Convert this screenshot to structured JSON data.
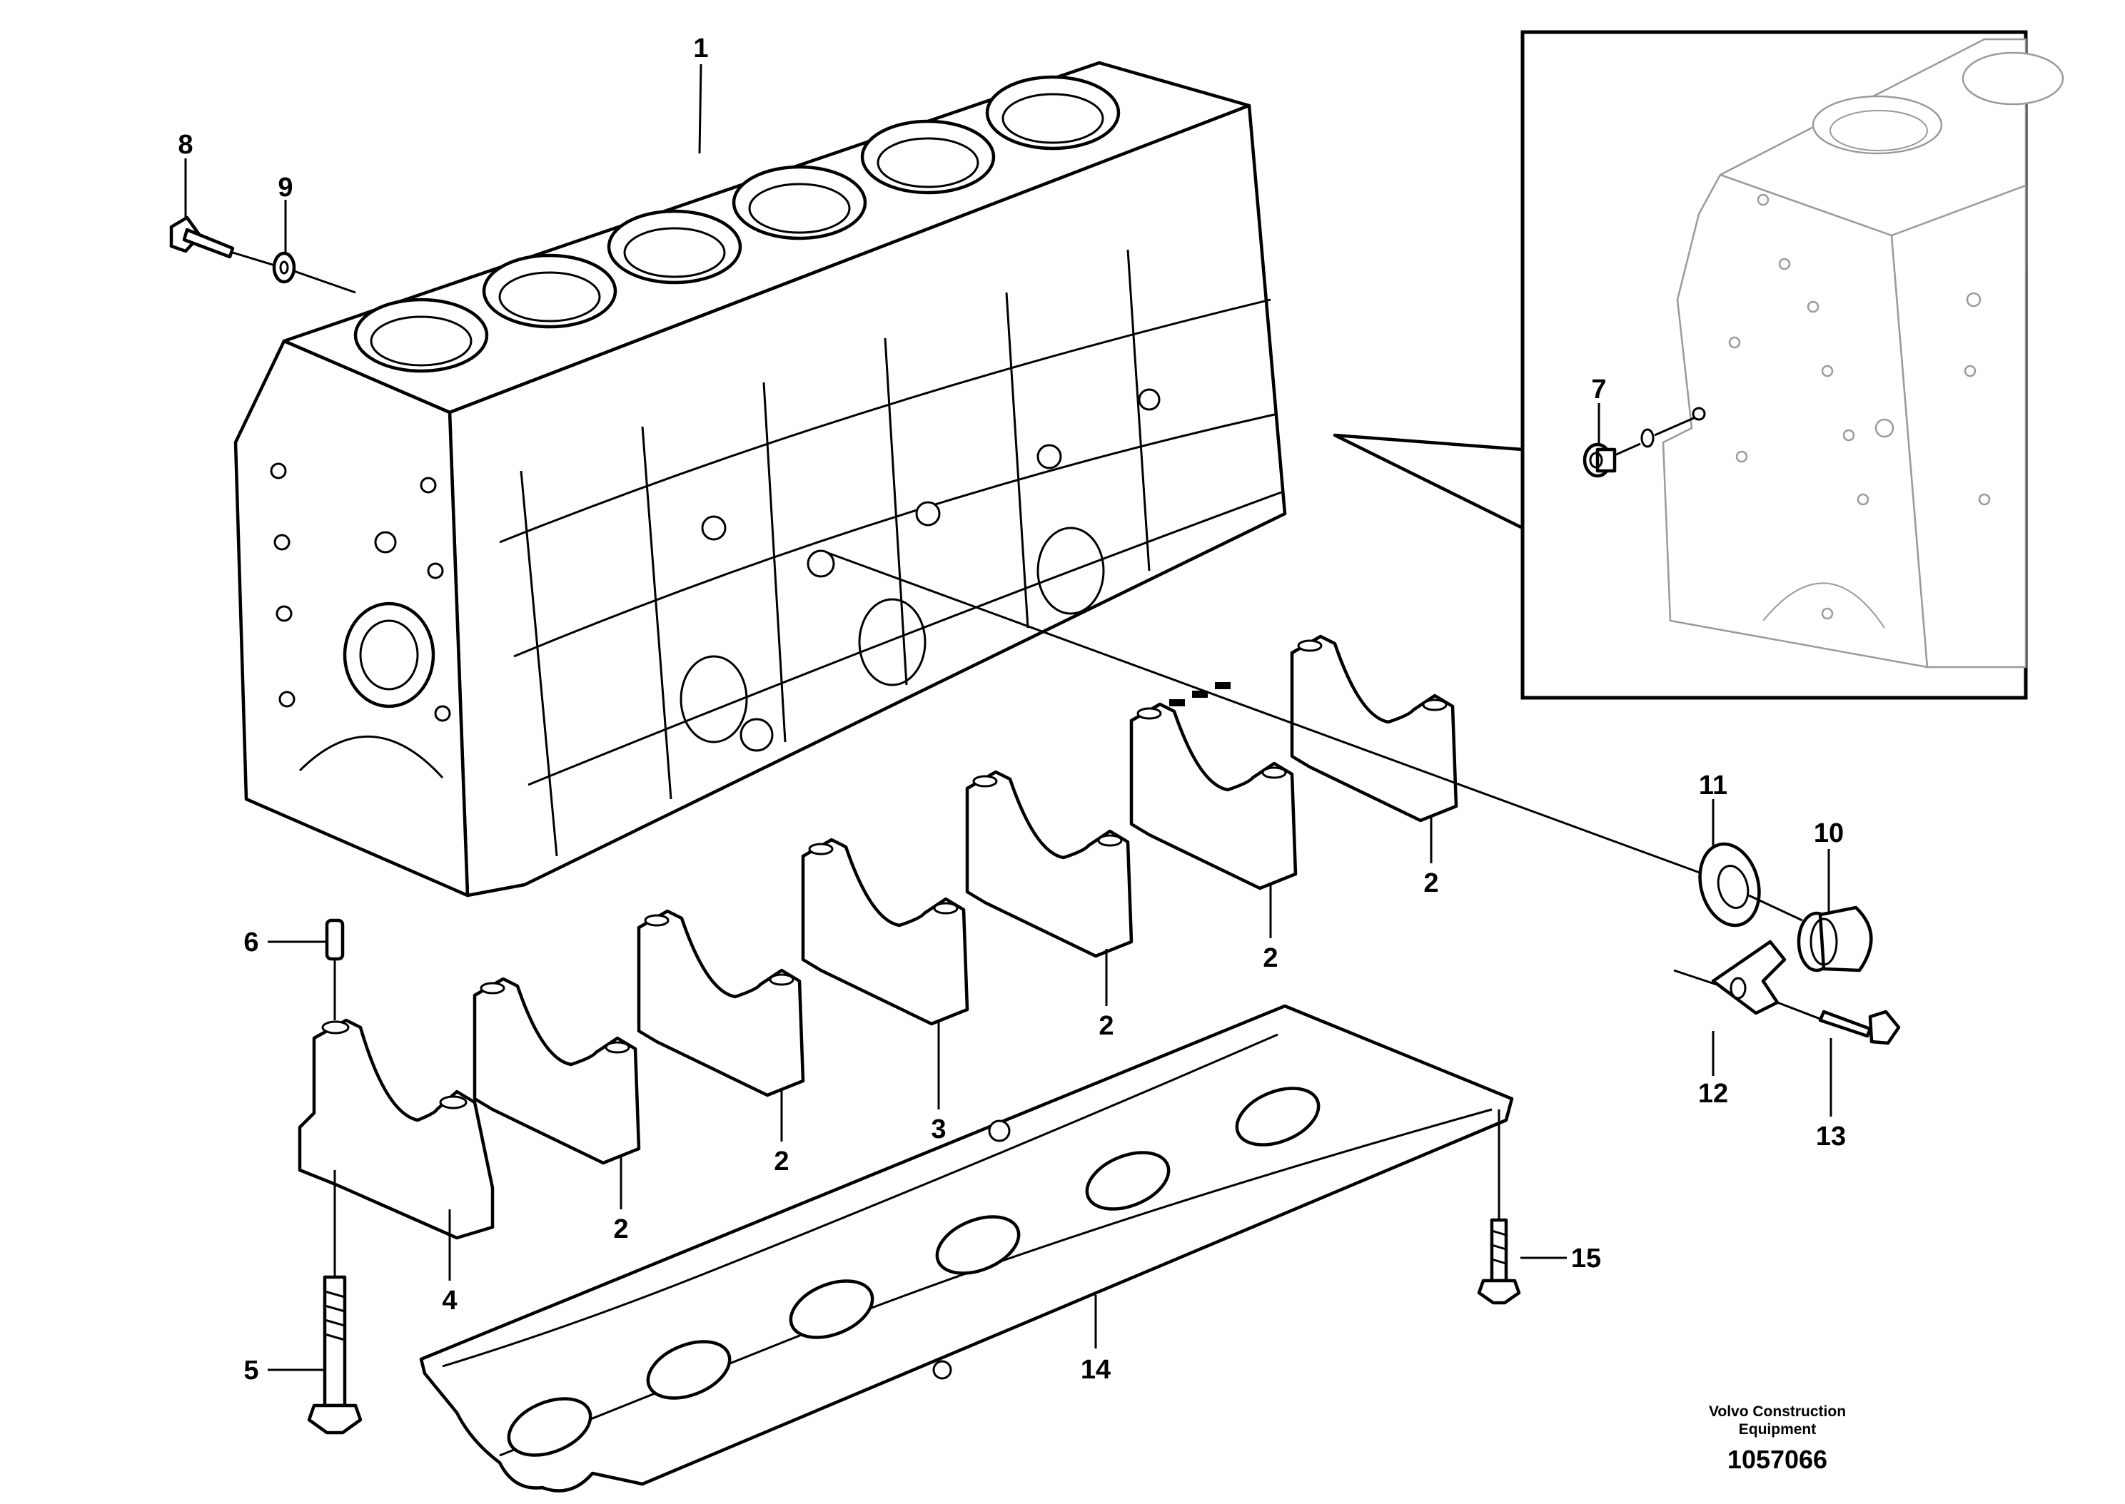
{
  "callouts": [
    "1",
    "8",
    "9",
    "7",
    "11",
    "10",
    "12",
    "13",
    "6",
    "5",
    "4",
    "3",
    "2",
    "14",
    "15"
  ],
  "footer": {
    "manufacturer_line1": "Volvo Construction",
    "manufacturer_line2": "Equipment",
    "document_number": "1057066"
  }
}
